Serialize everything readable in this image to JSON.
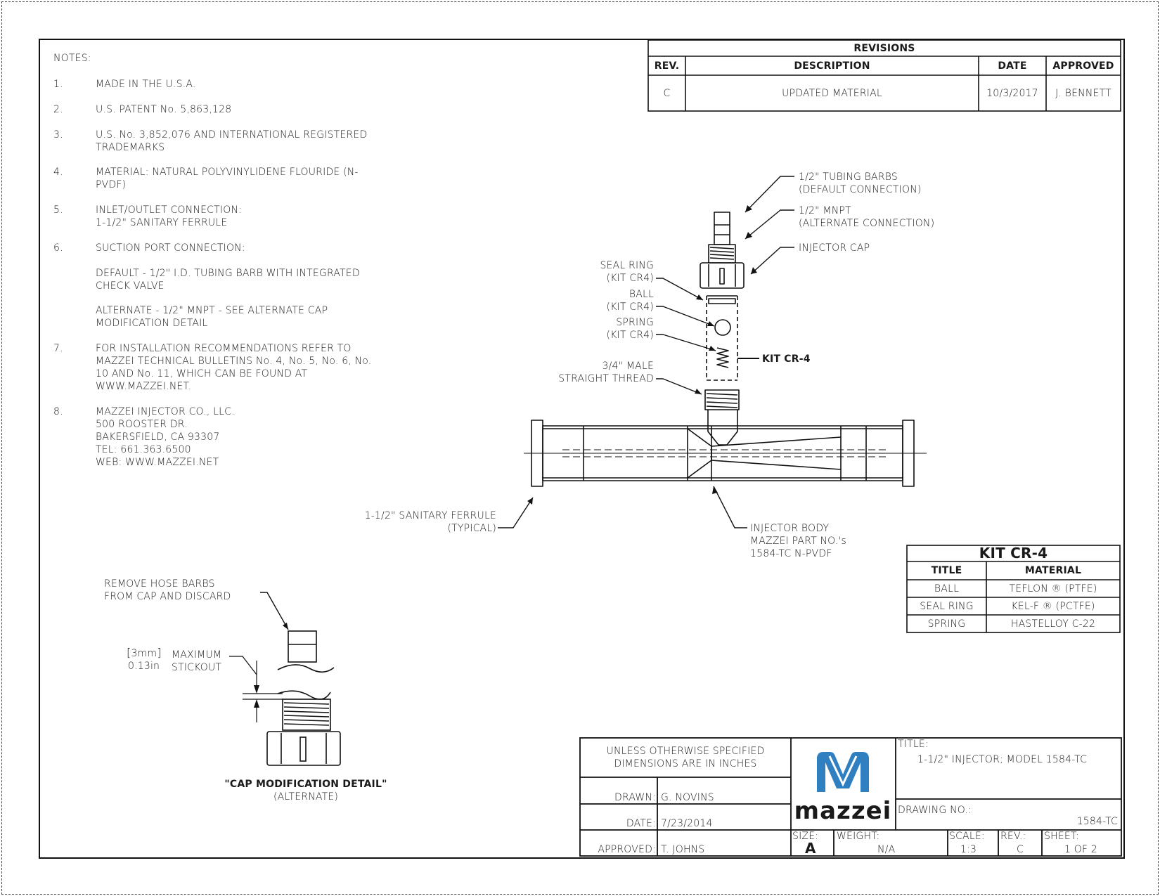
{
  "notes": {
    "heading": "NOTES:",
    "items": [
      {
        "num": "1.",
        "text": "MADE IN THE U.S.A."
      },
      {
        "num": "2.",
        "text": "U.S. PATENT No. 5,863,128"
      },
      {
        "num": "3.",
        "text": "U.S. No. 3,852,076 AND INTERNATIONAL REGISTERED\nTRADEMARKS"
      },
      {
        "num": "4.",
        "text": "MATERIAL: NATURAL POLYVINYLIDENE FLOURIDE (N-\nPVDF)"
      },
      {
        "num": "5.",
        "text": "INLET/OUTLET CONNECTION:\n 1-1/2\" SANITARY FERRULE"
      },
      {
        "num": "6.",
        "text": "SUCTION PORT CONNECTION:"
      },
      {
        "num": "",
        "text": "DEFAULT - 1/2\" I.D. TUBING BARB WITH INTEGRATED\nCHECK VALVE"
      },
      {
        "num": "",
        "text": "ALTERNATE - 1/2\" MNPT - SEE ALTERNATE CAP\nMODIFICATION DETAIL"
      },
      {
        "num": "7.",
        "text": "FOR INSTALLATION RECOMMENDATIONS REFER TO\nMAZZEI TECHNICAL BULLETINS No. 4, No. 5, No. 6, No.\n10 AND No. 11, WHICH CAN BE FOUND AT\nWWW.MAZZEI.NET."
      },
      {
        "num": "8.",
        "text": "MAZZEI INJECTOR CO., LLC.\n500 ROOSTER DR.\nBAKERSFIELD, CA 93307\nTEL: 661.363.6500\nWEB: WWW.MAZZEI.NET"
      }
    ]
  },
  "revisions": {
    "title": "REVISIONS",
    "headers": {
      "rev": "REV.",
      "description": "DESCRIPTION",
      "date": "DATE",
      "approved": "APPROVED"
    },
    "row": {
      "rev": "C",
      "description": "UPDATED MATERIAL",
      "date": "10/3/2017",
      "approved": "J. BENNETT"
    }
  },
  "callouts": {
    "tubing_barbs": "1/2\" TUBING BARBS\n(DEFAULT CONNECTION)",
    "mnpt": "1/2\" MNPT\n(ALTERNATE CONNECTION)",
    "injector_cap": "INJECTOR CAP",
    "seal_ring": "SEAL RING\n(KIT CR4)",
    "ball": "BALL\n(KIT CR4)",
    "spring": "SPRING\n(KIT CR4)",
    "male_thread": "3/4\" MALE\nSTRAIGHT THREAD",
    "kit": "KIT CR-4",
    "ferrule": "1-1/2\" SANITARY FERRULE\n(TYPICAL)",
    "injector_body": "INJECTOR BODY\nMAZZEI PART NO.'s\n1584-TC N-PVDF",
    "remove_barbs": "REMOVE HOSE BARBS\nFROM CAP AND DISCARD",
    "stickout_mm": "3mm",
    "stickout_in": "0.13in",
    "stickout_label": "MAXIMUM\nSTICKOUT",
    "cap_detail_title": "\"CAP MODIFICATION DETAIL\"",
    "cap_detail_sub": "(ALTERNATE)"
  },
  "kit_table": {
    "title": "KIT CR-4",
    "headers": {
      "title": "TITLE",
      "material": "MATERIAL"
    },
    "rows": [
      {
        "title": "BALL",
        "material": "TEFLON ® (PTFE)"
      },
      {
        "title": "SEAL RING",
        "material": "KEL-F ® (PCTFE)"
      },
      {
        "title": "SPRING",
        "material": "HASTELLOY C-22"
      }
    ]
  },
  "title_block": {
    "spec_note": "UNLESS OTHERWISE SPECIFIED\nDIMENSIONS ARE IN INCHES",
    "drawn_label": "DRAWN:",
    "drawn_value": "G. NOVINS",
    "date_label": "DATE:",
    "date_value": "7/23/2014",
    "approved_label": "APPROVED:",
    "approved_value": "T. JOHNS",
    "logo_text": "mazzei",
    "title_label": "TITLE:",
    "title_value": "1-1/2\" INJECTOR; MODEL 1584-TC",
    "drawing_no_label": "DRAWING NO.:",
    "drawing_no_value": "1584-TC",
    "size_label": "SIZE:",
    "size_value": "A",
    "weight_label": "WEIGHT:",
    "weight_value": "N/A",
    "scale_label": "SCALE:",
    "scale_value": "1:3",
    "rev_label": "REV.:",
    "rev_value": "C",
    "sheet_label": "SHEET:",
    "sheet_value": "1 OF 2",
    "logo_color": "#2f7fc1"
  }
}
